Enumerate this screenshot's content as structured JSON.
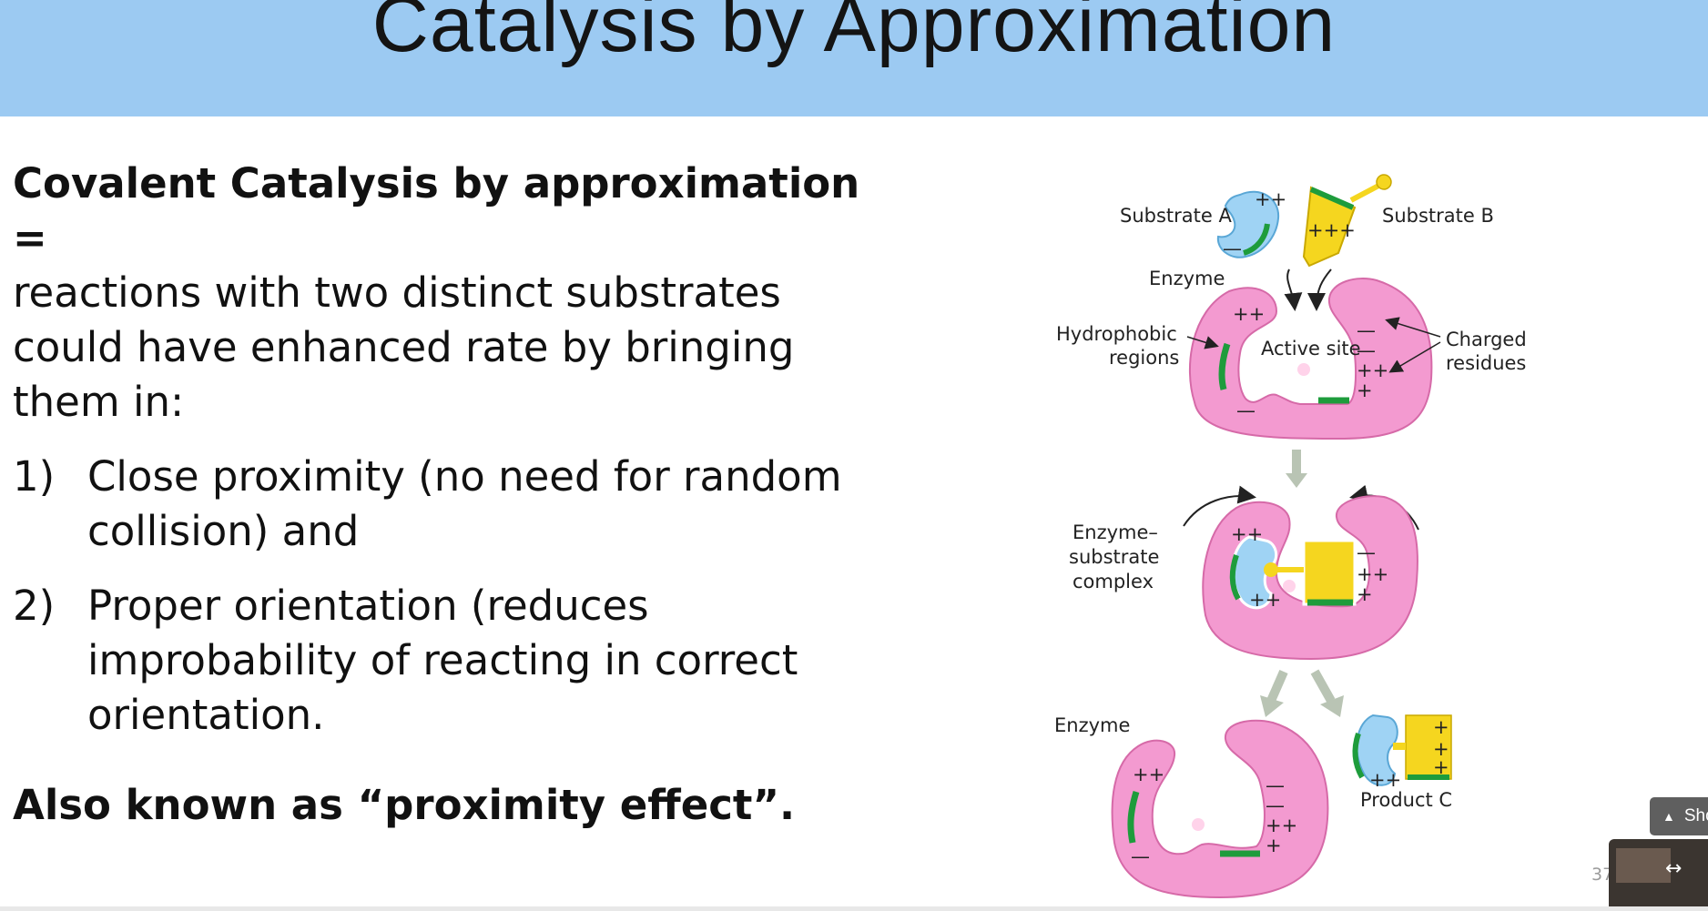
{
  "title": "Catalysis by Approximation",
  "definition": {
    "term": "Covalent Catalysis by approximation =",
    "text": "reactions with two distinct substrates could have enhanced rate by bringing them in:"
  },
  "list": [
    {
      "num": "1)",
      "text": "Close proximity (no need for random collision) and"
    },
    {
      "num": "2)",
      "text": "Proper orientation (reduces improbability of reacting in correct orientation."
    }
  ],
  "also_known": "Also known as “proximity effect”.",
  "figure": {
    "substrate_a": "Substrate A",
    "substrate_b": "Substrate B",
    "enzyme_top": "Enzyme",
    "active_site": "Active site",
    "hydrophobic_1": "Hydrophobic",
    "hydrophobic_2": "regions",
    "charged_1": "Charged",
    "charged_2": "residues",
    "complex_1": "Enzyme–",
    "complex_2": "substrate",
    "complex_3": "complex",
    "enzyme_bottom": "Enzyme",
    "product_c": "Product C"
  },
  "slide_number": "37",
  "show_button": "Show",
  "thumbnail_icon": "expand-arrows-icon",
  "colors": {
    "title_bar": "#9ccaf2",
    "enzyme": "#f39ad0",
    "substrate_a": "#9fd3f4",
    "substrate_b": "#f5d61f",
    "hydrophobic": "#1e9c3c"
  }
}
